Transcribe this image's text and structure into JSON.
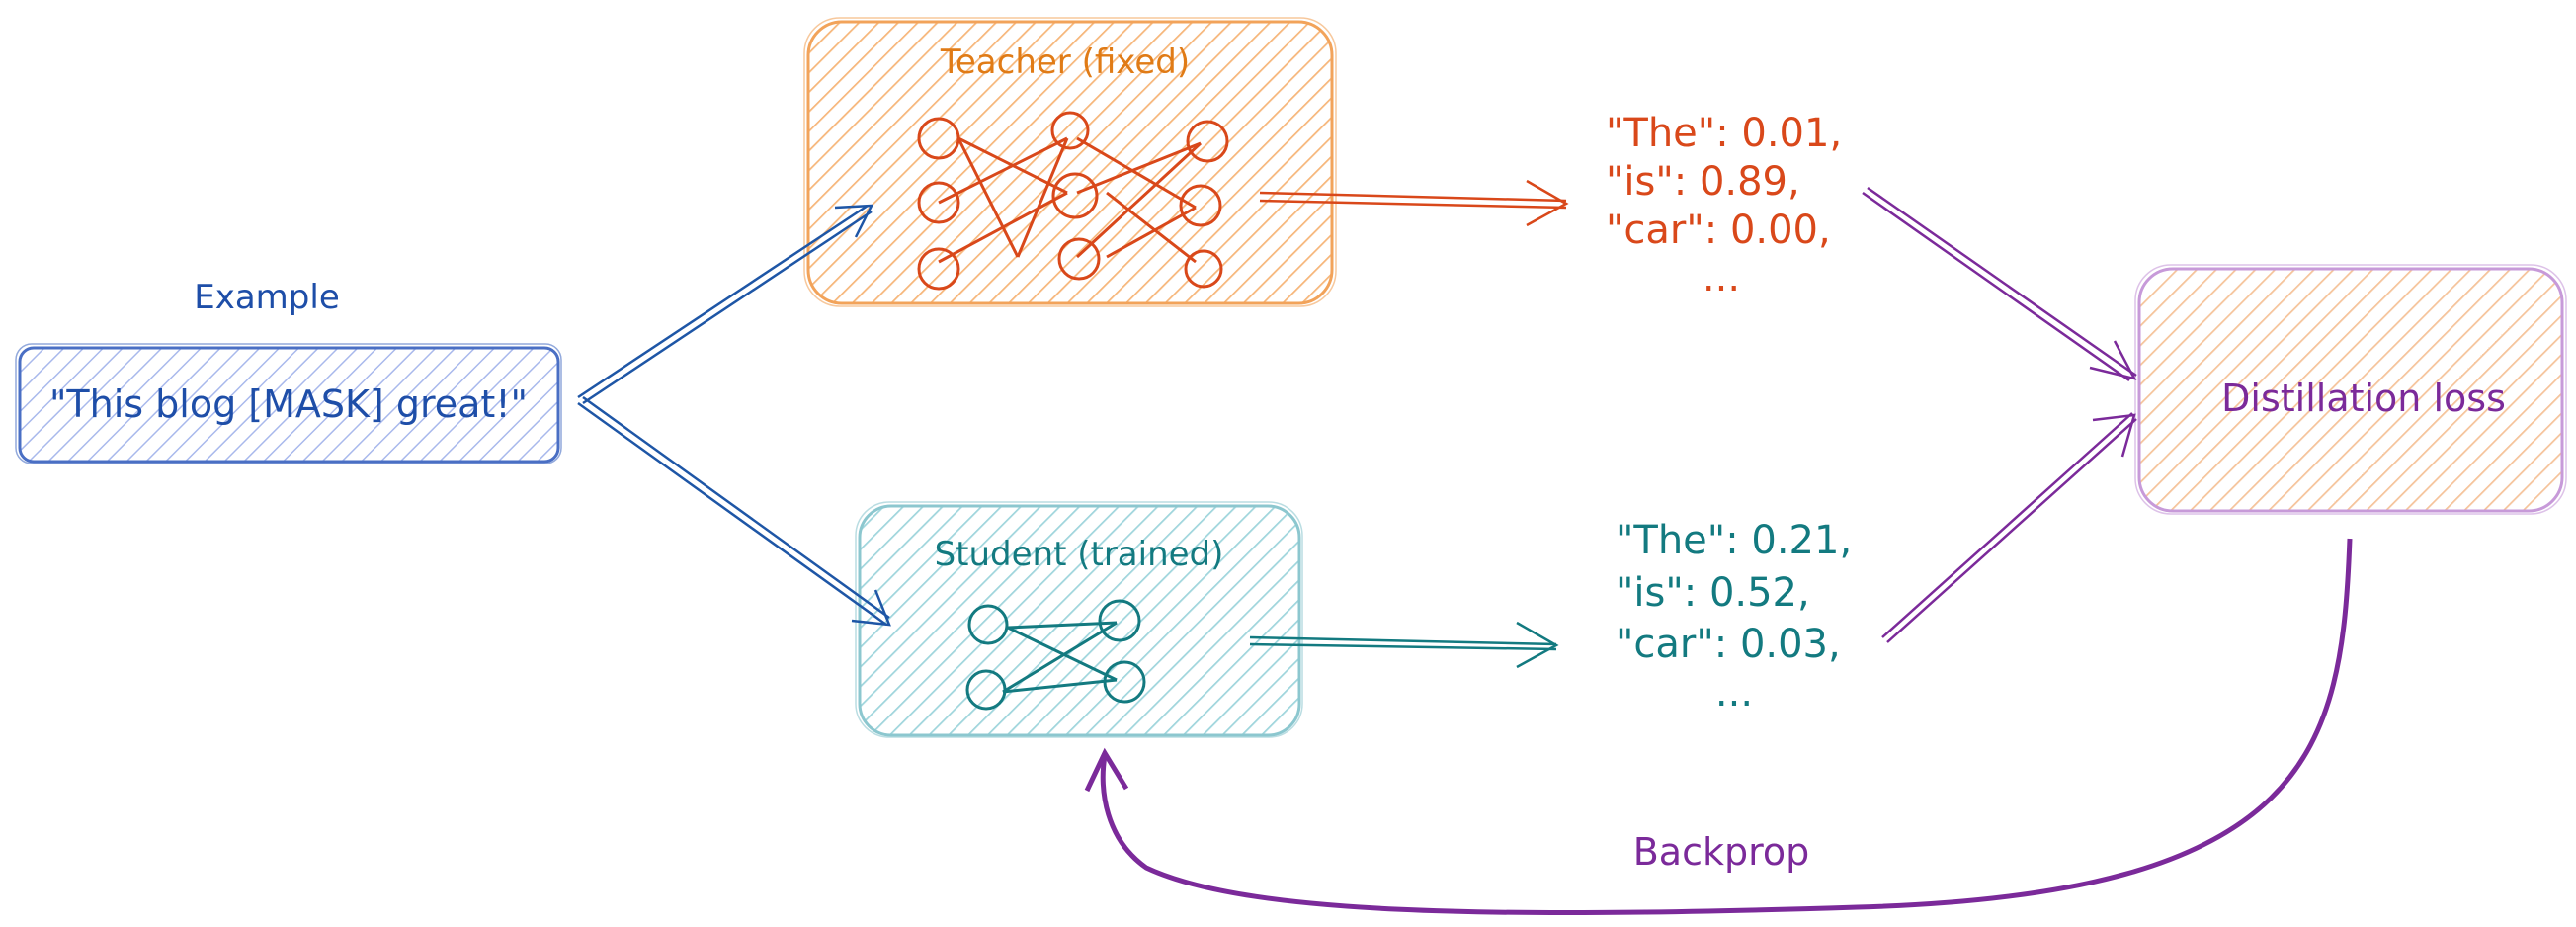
{
  "colors": {
    "input_stroke": "#4a6fc4",
    "input_fill": "#a9b9ec",
    "input_text": "#1e4ea8",
    "teacher_stroke": "#f2a35a",
    "teacher_fill": "#f6b67a",
    "teacher_text": "#e07b16",
    "teacher_nodes": "#d9481a",
    "teacher_out_text": "#d9481a",
    "student_stroke": "#8cc7cf",
    "student_fill": "#9fd5dc",
    "student_text": "#137a80",
    "student_nodes": "#137a80",
    "student_out_text": "#137a80",
    "arrow_blue": "#1e56a6",
    "loss_stroke": "#c79ad9",
    "loss_fill": "#f5c39a",
    "loss_text": "#7b2a9a",
    "purple": "#7b2a9a"
  },
  "input": {
    "caption": "Example",
    "text": "\"This blog [MASK] great!\""
  },
  "teacher": {
    "title": "Teacher (fixed)",
    "outputs": [
      "\"The\": 0.01,",
      "\"is\": 0.89,",
      "\"car\": 0.00,",
      "..."
    ]
  },
  "student": {
    "title": "Student (trained)",
    "outputs": [
      "\"The\": 0.21,",
      "\"is\": 0.52,",
      "\"car\": 0.03,",
      "..."
    ]
  },
  "loss": {
    "label": "Distillation loss"
  },
  "backprop": {
    "label": "Backprop"
  }
}
